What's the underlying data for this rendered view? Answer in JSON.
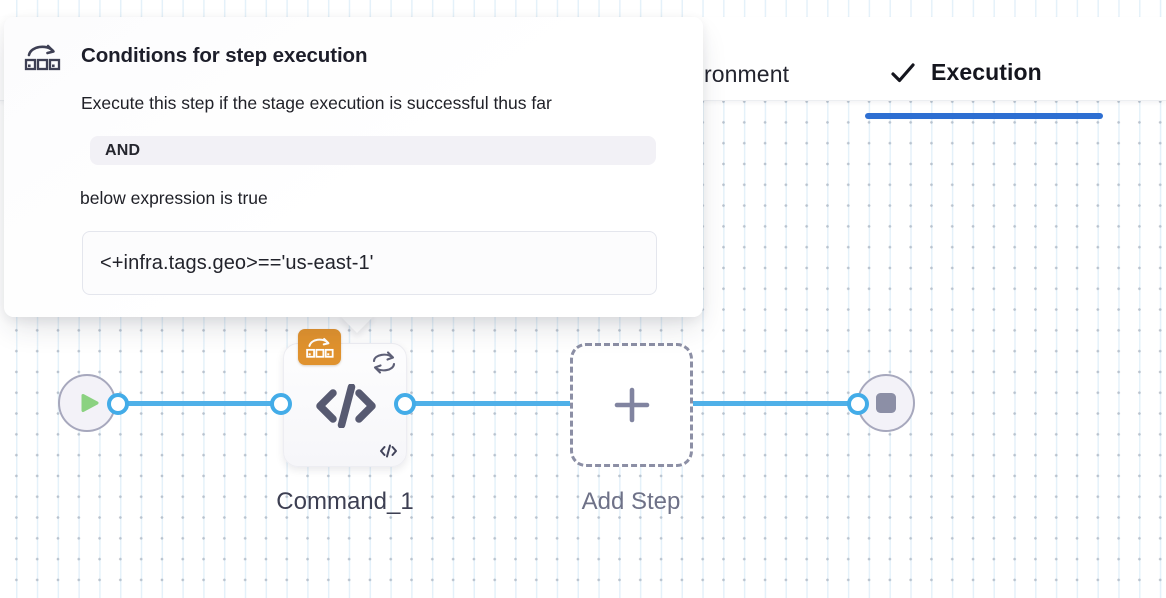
{
  "tabs": {
    "environment_label": "ronment",
    "execution_label": "Execution"
  },
  "popover": {
    "title": "Conditions for step execution",
    "description": "Execute this step if the stage execution is successful thus far",
    "operator": "AND",
    "expression_label": "below expression is true",
    "expression": "<+infra.tags.geo>=='us-east-1'"
  },
  "pipeline": {
    "step_label": "Command_1",
    "add_step_label": "Add Step",
    "icons": {
      "start": "play-icon",
      "end": "stop-icon",
      "step": "code-icon",
      "condition": "conditional-execution-icon",
      "loop": "loop-icon",
      "add": "plus-icon"
    }
  },
  "colors": {
    "edge_blue": "#4fb0e8",
    "tab_underline_blue": "#2e6fd2",
    "condition_orange": "#e0922e",
    "play_green": "#8bd281",
    "node_fill": "#f3f2f8",
    "slate": "#575a71"
  }
}
